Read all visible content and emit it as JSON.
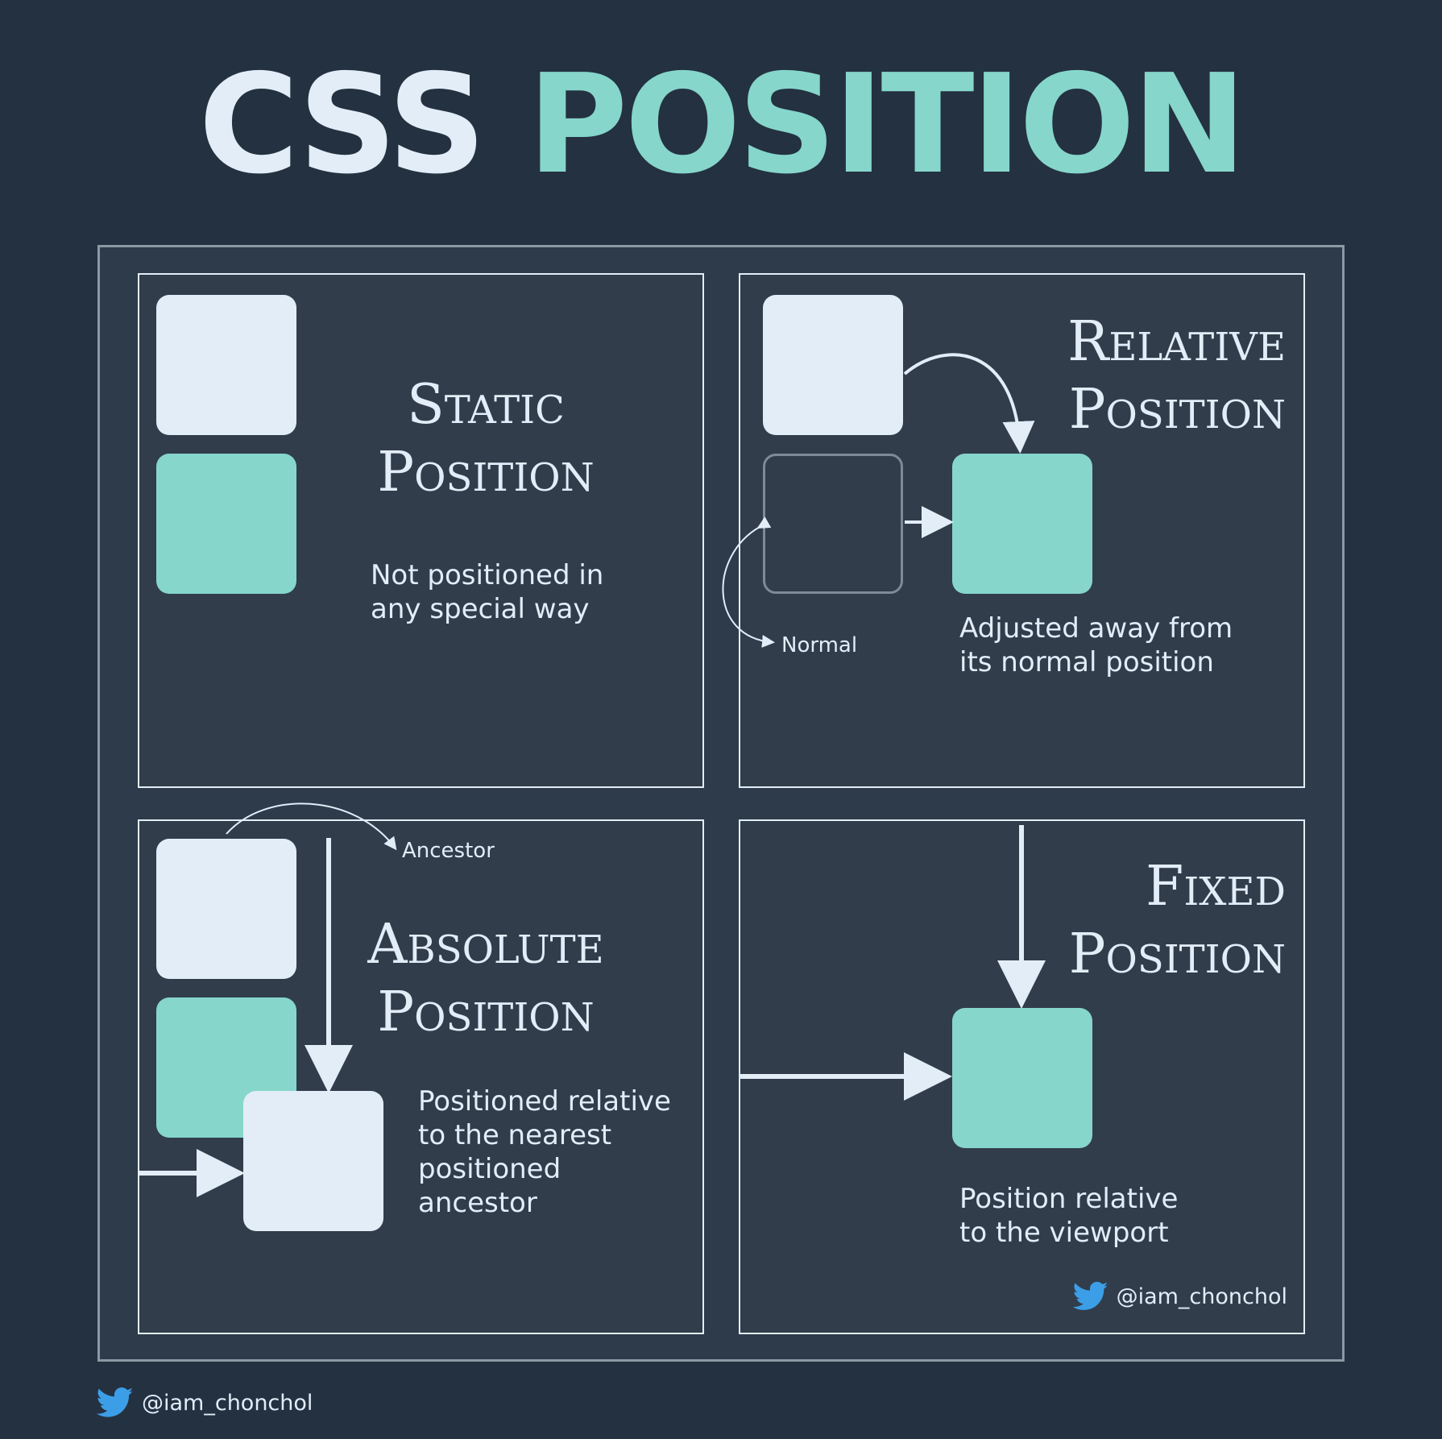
{
  "title": {
    "part1": "CSS",
    "part2": "POSITION"
  },
  "panels": {
    "static": {
      "heading_line1": "Static",
      "heading_line2": "Position",
      "desc_line1": "Not positioned in",
      "desc_line2": "any special way"
    },
    "relative": {
      "heading_line1": "Relative",
      "heading_line2": "Position",
      "normal_label": "Normal",
      "desc_line1": "Adjusted away from",
      "desc_line2": "its normal position"
    },
    "absolute": {
      "heading_line1": "Absolute",
      "heading_line2": "Position",
      "ancestor_label": "Ancestor",
      "desc_line1": "Positioned relative",
      "desc_line2": "to the nearest",
      "desc_line3": "positioned",
      "desc_line4": "ancestor"
    },
    "fixed": {
      "heading_line1": "Fixed",
      "heading_line2": "Position",
      "desc_line1": "Position relative",
      "desc_line2": "to the viewport",
      "handle": "@iam_chonchol"
    }
  },
  "footer": {
    "handle": "@iam_chonchol"
  },
  "colors": {
    "background": "#243140",
    "light": "#e2edf8",
    "teal": "#86d6cb",
    "twitter": "#3d9ee8"
  },
  "icons": [
    "twitter-bird-icon"
  ]
}
